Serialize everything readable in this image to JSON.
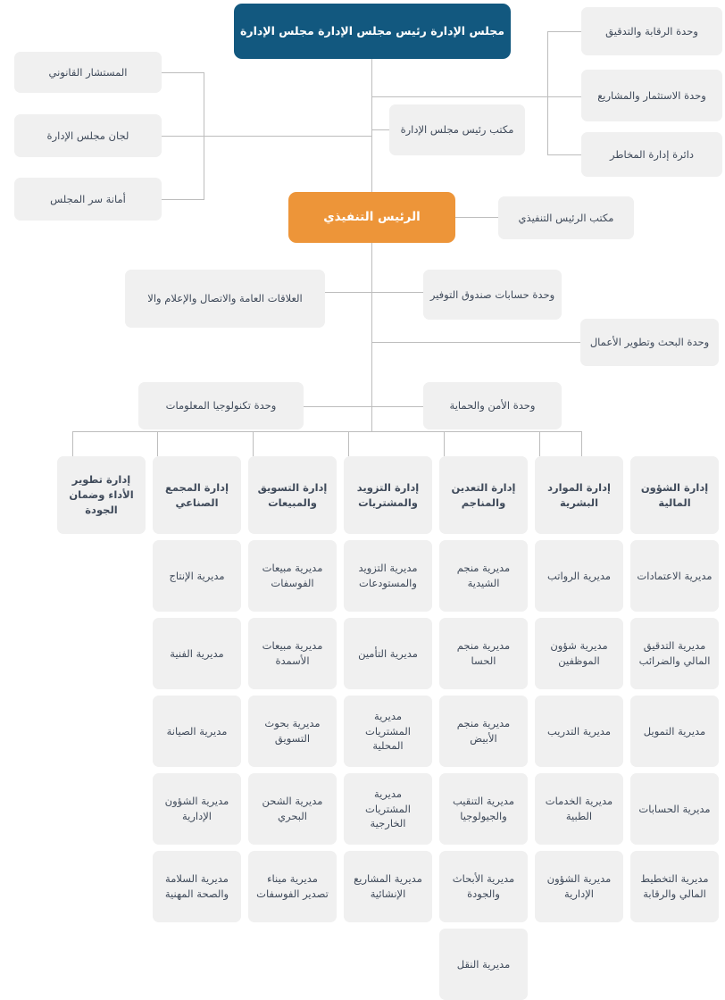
{
  "meta": {
    "title": "الهيكل التنظيمي",
    "colors": {
      "root_bg": "#12587f",
      "ceo_bg": "#ed9539",
      "node_bg": "#f0f0f0",
      "node_text": "#3f4a5a",
      "line": "#bdbdbd",
      "page_bg": "#ffffff"
    }
  },
  "root": {
    "label": "مجلس الإدارة   رئيس مجلس الإدارة   مجلس الإدارة"
  },
  "ceo": {
    "label": "الرئيس التنفيذي"
  },
  "board_left_units": [
    {
      "label": "المستشار القانوني"
    },
    {
      "label": "لجان مجلس الإدارة"
    },
    {
      "label": "أمانة سر المجلس"
    }
  ],
  "board_right_units": [
    {
      "label": "وحدة الرقابة والتدقيق"
    },
    {
      "label": "وحدة الاستثمار والمشاريع"
    },
    {
      "label": "دائرة إدارة المخاطر"
    }
  ],
  "board_office": {
    "label": "مكتب رئيس مجلس الإدارة"
  },
  "ceo_office": {
    "label": "مكتب الرئيس التنفيذي"
  },
  "ceo_units": [
    {
      "label": "العلاقات العامة والاتصال والإعلام والا"
    },
    {
      "label": "وحدة حسابات صندوق التوفير"
    },
    {
      "label": "وحدة البحث وتطوير الأعمال"
    },
    {
      "label": "وحدة تكنولوجيا المعلومات"
    },
    {
      "label": "وحدة الأمن والحماية"
    }
  ],
  "departments": [
    {
      "label": "إدارة الشؤون المالية",
      "children": [
        "مديرية الاعتمادات",
        "مديرية التدقيق المالي والضرائب",
        "مديرية التمويل",
        "مديرية الحسابات",
        "مديرية التخطيط المالي والرقابة"
      ]
    },
    {
      "label": "إدارة الموارد البشرية",
      "children": [
        "مديرية الرواتب",
        "مديرية شؤون الموظفين",
        "مديرية التدريب",
        "مديرية الخدمات الطبية",
        "مديرية الشؤون الإدارية"
      ]
    },
    {
      "label": "إدارة التعدين والمناجم",
      "children": [
        "مديرية منجم الشيدية",
        "مديرية منجم الحسا",
        "مديرية منجم الأبيض",
        "مديرية التنقيب والجيولوجيا",
        "مديرية الأبحاث والجودة",
        "مديرية النقل"
      ]
    },
    {
      "label": "إدارة التزويد والمشتريات",
      "children": [
        "مديرية التزويد والمستودعات",
        "مديرية التأمين",
        "مديرية المشتريات المحلية",
        "مديرية المشتريات الخارجية",
        "مديرية المشاريع الإنشائية"
      ]
    },
    {
      "label": "إدارة التسويق والمبيعات",
      "children": [
        "مديرية مبيعات الفوسفات",
        "مديرية مبيعات الأسمدة",
        "مديرية بحوث التسويق",
        "مديرية الشحن البحري",
        "مديرية ميناء تصدير الفوسفات"
      ]
    },
    {
      "label": "إدارة المجمع الصناعي",
      "children": [
        "مديرية الإنتاج",
        "مديرية الفنية",
        "مديرية الصيانة",
        "مديرية الشؤون الإدارية",
        "مديرية السلامة والصحة المهنية"
      ]
    },
    {
      "label": "إدارة تطوير الأداء وضمان الجودة",
      "children": []
    }
  ]
}
